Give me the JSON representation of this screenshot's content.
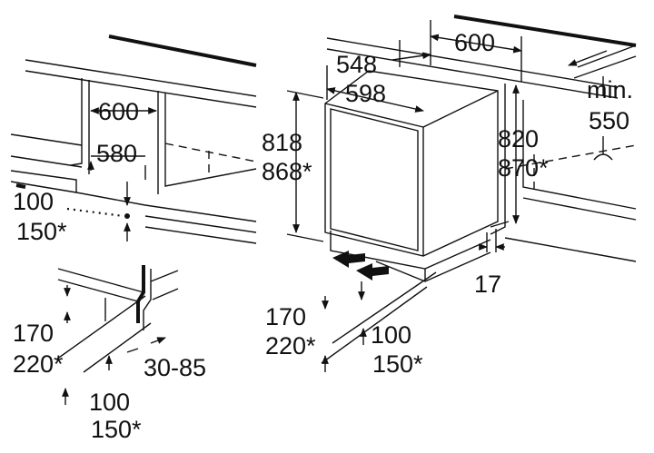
{
  "labels": {
    "left_width": "600",
    "left_inner_width": "580",
    "left_base_height": "100",
    "left_base_height_alt": "150*",
    "detail_plinth": "170",
    "detail_plinth_alt": "220*",
    "detail_setback": "30-85",
    "detail_base_height": "100",
    "detail_base_height_alt": "150*",
    "niche_width": "600",
    "depth": "548",
    "appliance_width": "598",
    "appliance_height": "818",
    "appliance_height_alt": "868*",
    "niche_height": "820",
    "niche_height_alt": "870*",
    "min_label": "min.",
    "min_depth": "550",
    "foot_gap": "17",
    "right_plinth": "170",
    "right_plinth_alt": "220*",
    "right_base_height": "100",
    "right_base_height_alt": "150*"
  },
  "colors": {
    "line": "#111111",
    "background": "#ffffff"
  }
}
